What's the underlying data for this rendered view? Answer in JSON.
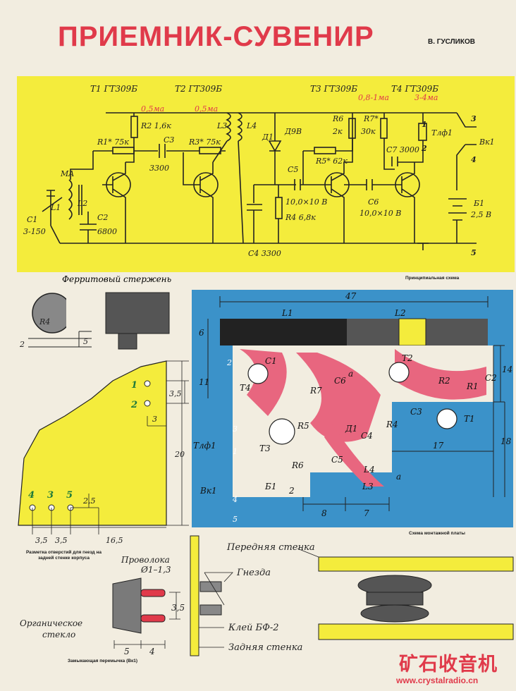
{
  "header": {
    "title": "ПРИЕМНИК-СУВЕНИР",
    "author": "В. ГУСЛИКОВ"
  },
  "schematic": {
    "caption": "Принципиальная схема",
    "transistors": [
      {
        "label": "T1 ГТ309Б"
      },
      {
        "label": "T2 ГТ309Б"
      },
      {
        "label": "T3 ГТ309Б"
      },
      {
        "label": "T4 ГТ309Б"
      }
    ],
    "currents": [
      "0,5ма",
      "0,5ма",
      "0,8-1ма",
      "3-4ма"
    ],
    "components": {
      "ma": "MA",
      "c1": "C1",
      "c1v": "3-150",
      "l1": "L1",
      "l2": "L2",
      "c2": "C2",
      "c2v": "6800",
      "r1": "R1* 75к",
      "r2": "R2 1,6к",
      "c3": "C3",
      "c3v": "3300",
      "r3": "R3* 75к",
      "l3": "L3",
      "l4": "L4",
      "d1": "Д1",
      "d1v": "Д9В",
      "c5": "C5",
      "c5v": "10,0×10 В",
      "r4": "R4 6,8к",
      "c4": "C4 3300",
      "r6": "R6",
      "r6v": "2к",
      "r5": "R5* 62к",
      "r7": "R7*",
      "r7v": "30к",
      "c6": "C6",
      "c6v": "10,0×10 В",
      "c7": "C7 3000",
      "tlf": "Тлф1",
      "vk": "Вк1",
      "b1": "Б1",
      "b1v": "2,5 В",
      "pin1": "1",
      "pin2": "2",
      "pin3": "3",
      "pin4": "4",
      "pin5": "5"
    }
  },
  "ferrite": {
    "title": "Ферритовый стержень",
    "r": "R4",
    "d2": "2",
    "d5": "5"
  },
  "marking": {
    "caption": "Разметка отверстий для гнезд на задней стенке корпуса",
    "holes": [
      "1",
      "2",
      "4",
      "3",
      "5"
    ],
    "dims": [
      "3,5",
      "3",
      "20",
      "2,5",
      "3,5",
      "3,5",
      "16,5"
    ]
  },
  "pcb": {
    "caption": "Схема монтажной платы",
    "dims": [
      "47",
      "6",
      "11",
      "14",
      "17",
      "18",
      "2",
      "8",
      "7"
    ],
    "labels": [
      "L1",
      "L2",
      "C1",
      "C6",
      "T4",
      "R7",
      "T2",
      "R2",
      "R1",
      "C2",
      "C3",
      "T1",
      "R5",
      "Д1",
      "R4",
      "T3",
      "C4",
      "C5",
      "R6",
      "L4",
      "L3",
      "Тлф1",
      "Вк1",
      "Б1",
      "a",
      "a"
    ],
    "pins": [
      "1",
      "2",
      "3",
      "4",
      "5"
    ]
  },
  "jumper": {
    "caption": "Замыкающая перемычка (Вк1)",
    "wire": "Проволока",
    "wire_d": "Ø1–1,3",
    "glass": "Органическое стекло",
    "d35": "3,5",
    "d5": "5",
    "d4": "4"
  },
  "housing": {
    "front": "Передняя стенка",
    "jacks": "Гнезда",
    "glue": "Клей БФ-2",
    "back": "Задняя стенка"
  },
  "watermark": {
    "text": "矿石收音机",
    "url": "www.crystalradio.cn"
  },
  "colors": {
    "yellow": "#f4ec3c",
    "blue": "#3b92c9",
    "pink": "#e8667f",
    "red": "#e03a4a"
  }
}
